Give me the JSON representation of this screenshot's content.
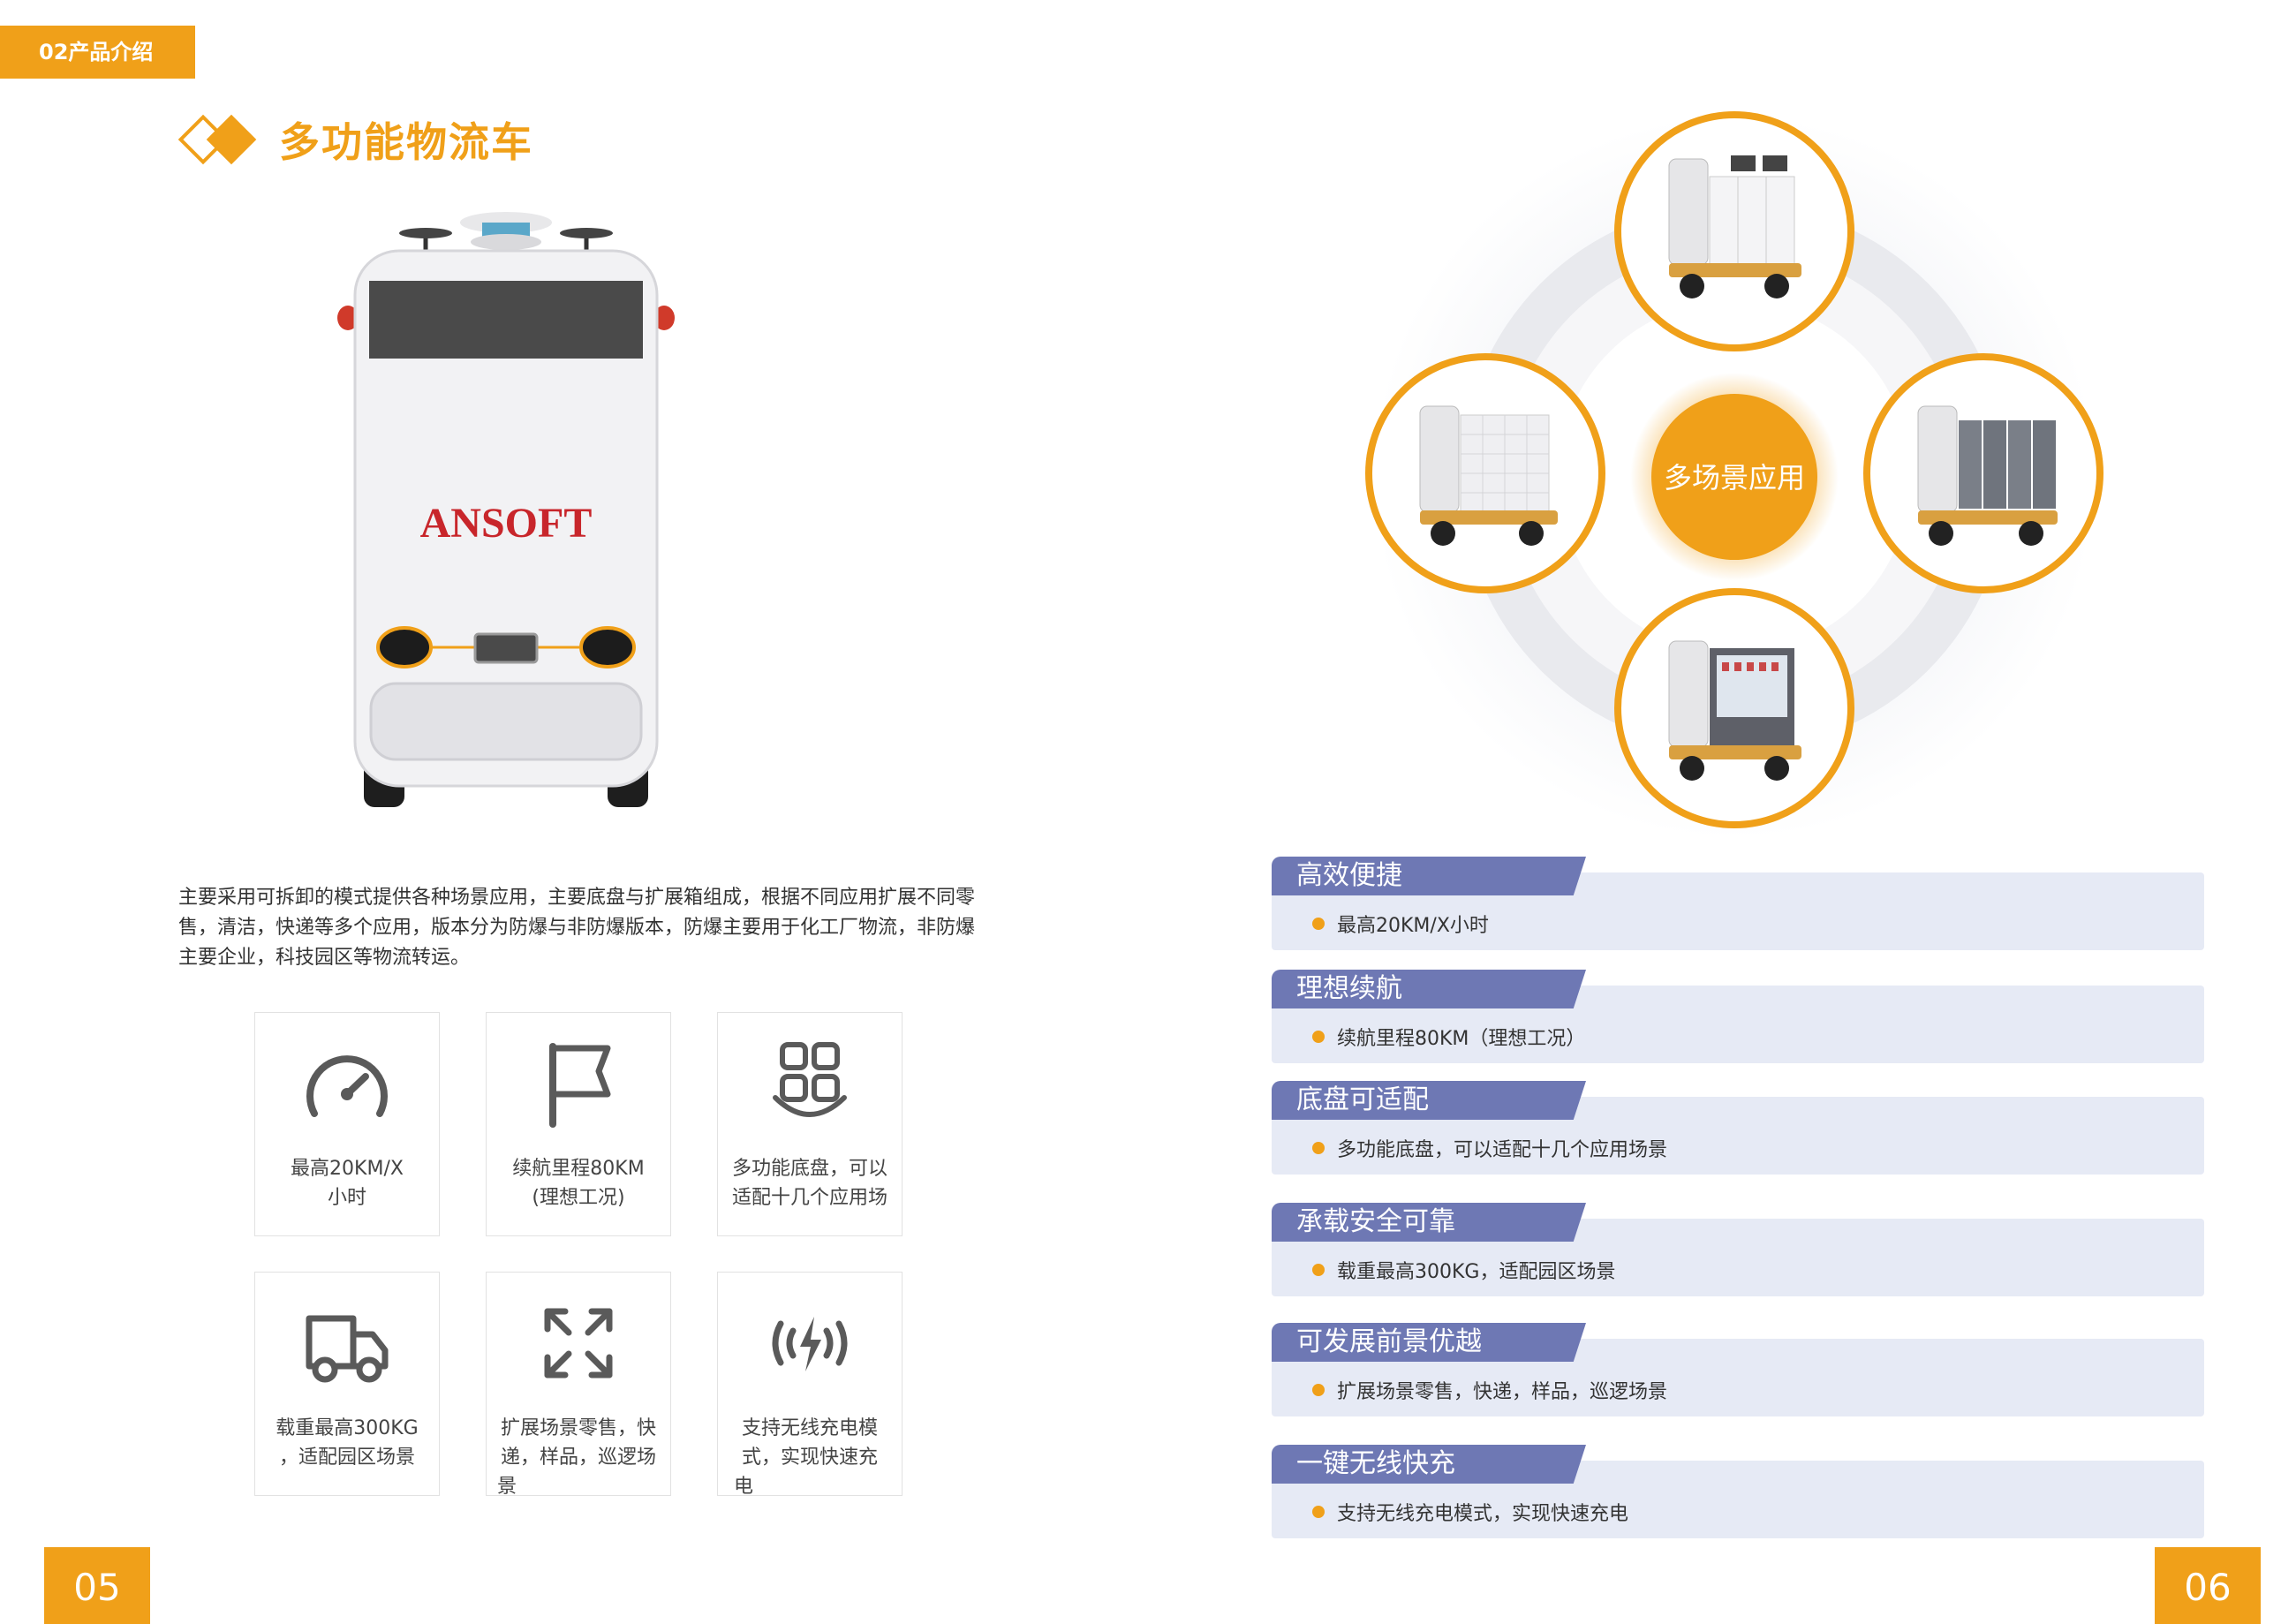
{
  "header": {
    "section_tag": "02产品介绍"
  },
  "left_page": {
    "title": "多功能物流车",
    "robot_brand": "ANSOFT",
    "intro": "主要采用可拆卸的模式提供各种场景应用，主要底盘与扩展箱组成，根据不同应用扩展不同零售，清洁，快递等多个应用，版本分为防爆与非防爆版本，防爆主要用于化工厂物流，非防爆主要企业，科技园区等物流转运。",
    "features": [
      {
        "icon": "speedometer-icon",
        "lines": [
          "最高20KM/X",
          "小时"
        ]
      },
      {
        "icon": "flag-icon",
        "lines": [
          "续航里程80KM",
          "(理想工况)"
        ]
      },
      {
        "icon": "modules-icon",
        "lines": [
          "多功能底盘，可以",
          "适配十几个应用场"
        ]
      },
      {
        "icon": "truck-icon",
        "lines": [
          "载重最高300KG",
          "，适配园区场景"
        ]
      },
      {
        "icon": "expand-icon",
        "lines": [
          "扩展场景零售，快",
          "递，样品，巡逻场",
          "景"
        ]
      },
      {
        "icon": "wireless-charge-icon",
        "lines": [
          "支持无线充电模",
          "式，实现快速充",
          "电"
        ]
      }
    ],
    "page_number": "05"
  },
  "right_page": {
    "center_label": "多场景应用",
    "specs": [
      {
        "title": "高效便捷",
        "detail": "最高20KM/X小时"
      },
      {
        "title": "理想续航",
        "detail": "续航里程80KM（理想工况）"
      },
      {
        "title": "底盘可适配",
        "detail": "多功能底盘，可以适配十几个应用场景"
      },
      {
        "title": "承载安全可靠",
        "detail": "载重最高300KG，适配园区场景"
      },
      {
        "title": "可发展前景优越",
        "detail": "扩展场景零售，快递，样品，巡逻场景"
      },
      {
        "title": "一键无线快充",
        "detail": "支持无线充电模式，实现快速充电"
      }
    ],
    "page_number": "06"
  },
  "colors": {
    "accent": "#f0a019",
    "tab": "#6e78b4",
    "bar": "#e6eaf5",
    "brand_red": "#c8262b",
    "brand_blue": "#243a8c"
  }
}
